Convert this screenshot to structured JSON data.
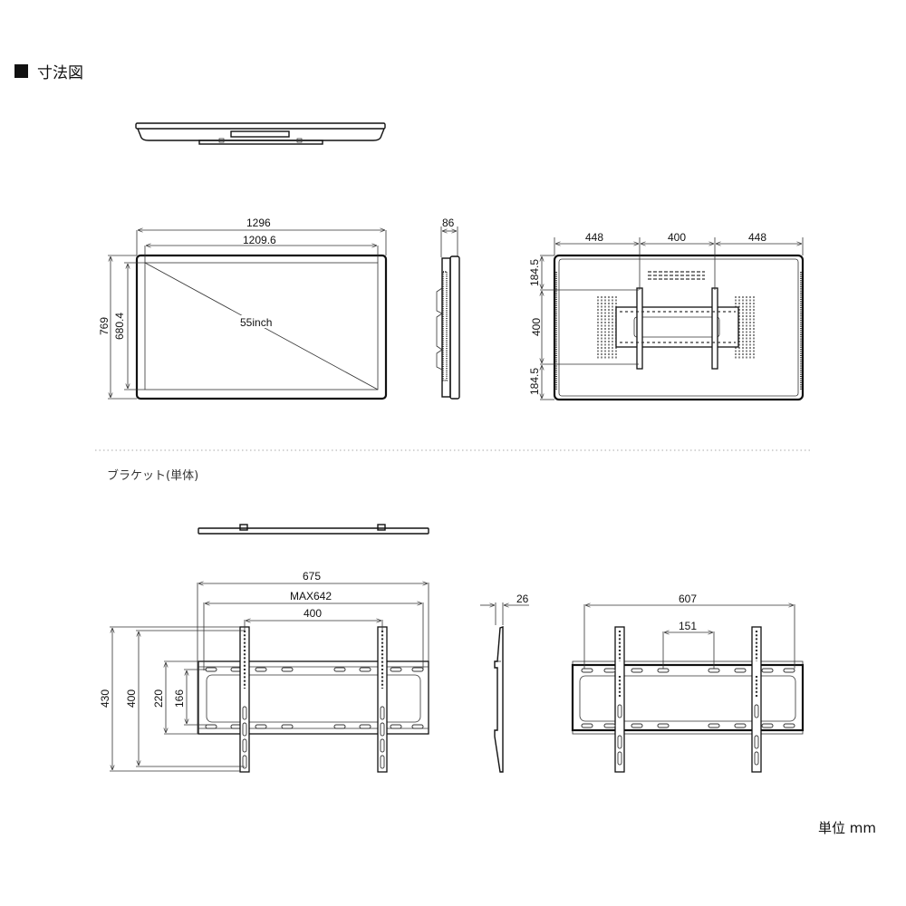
{
  "title": {
    "marker": "square-bullet",
    "text": "寸法図"
  },
  "tv": {
    "top_view": {
      "name": "tv-top-view"
    },
    "front_view": {
      "width_outer": "1296",
      "width_screen": "1209.6",
      "height_outer": "769",
      "height_screen": "680.4",
      "diagonal_label": "55inch"
    },
    "side_view": {
      "depth": "86"
    },
    "rear_view": {
      "left_offset": "448",
      "vesa_width": "400",
      "right_offset": "448",
      "top_offset": "184.5",
      "vesa_height": "400",
      "bottom_offset": "184.5"
    }
  },
  "bracket": {
    "section_label": "ブラケット(単体)",
    "front_view": {
      "width_overall": "675",
      "width_max_pitch": "MAX642",
      "arm_spacing": "400",
      "height_overall": "430",
      "height_arm_pitch": "400",
      "plate_height": "220",
      "plate_hole_pitch": "166"
    },
    "side_view": {
      "depth": "26"
    },
    "rear_view": {
      "hole_span": "607",
      "hole_pitch": "151"
    }
  },
  "unit_label": "単位 mm"
}
